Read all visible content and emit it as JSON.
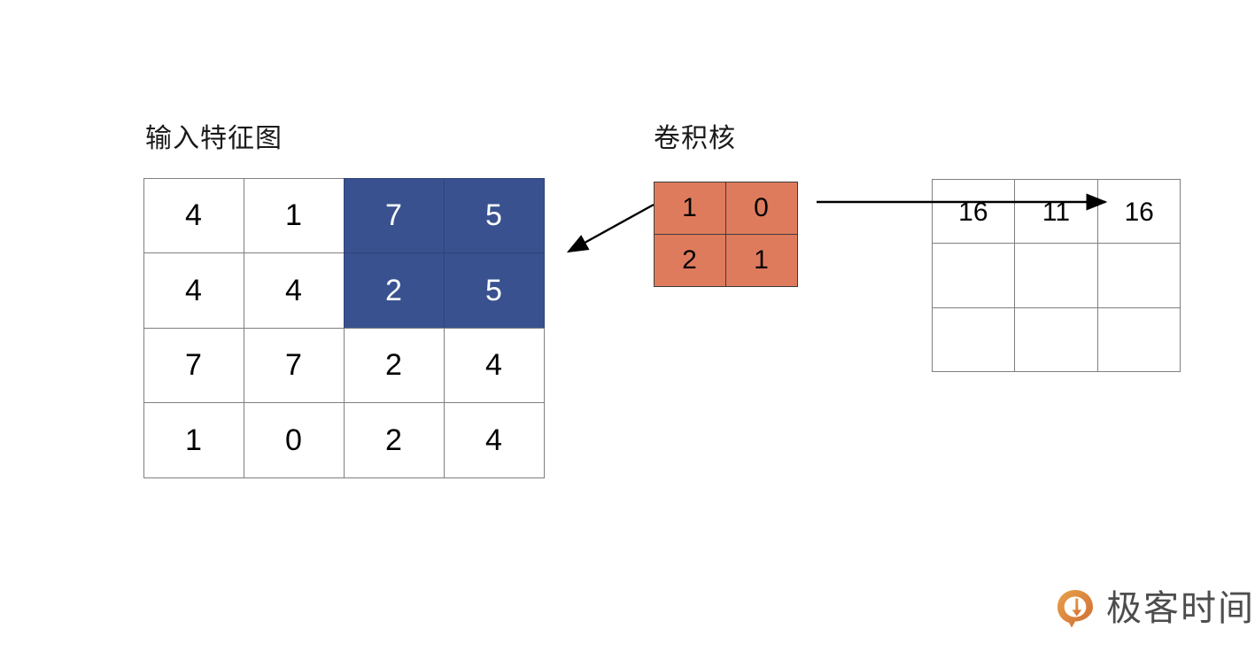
{
  "diagram": {
    "title_input": "输入特征图",
    "title_kernel": "卷积核",
    "input_feature_map": {
      "rows": 4,
      "cols": 4,
      "values": [
        [
          4,
          1,
          7,
          5
        ],
        [
          4,
          4,
          2,
          5
        ],
        [
          7,
          7,
          2,
          4
        ],
        [
          1,
          0,
          2,
          4
        ]
      ],
      "highlighted_cells": [
        [
          0,
          2
        ],
        [
          0,
          3
        ],
        [
          1,
          2
        ],
        [
          1,
          3
        ]
      ],
      "highlight_color": "#39528f",
      "highlight_text_color": "#ffffff",
      "border_color": "#7f7f7f"
    },
    "kernel": {
      "rows": 2,
      "cols": 2,
      "values": [
        [
          1,
          0
        ],
        [
          2,
          1
        ]
      ],
      "fill_color": "#df7b5d",
      "border_color": "#3c3c3c"
    },
    "output_feature_map": {
      "rows": 3,
      "cols": 3,
      "values": [
        [
          "16",
          "11",
          "16"
        ],
        [
          "",
          "",
          ""
        ],
        [
          "",
          "",
          ""
        ]
      ],
      "border_color": "#7f7f7f"
    },
    "arrows": [
      {
        "name": "kernel-to-input-arrow",
        "direction": "down-left",
        "color": "#000000"
      },
      {
        "name": "kernel-to-output-arrow",
        "direction": "right",
        "color": "#000000"
      }
    ]
  },
  "brand": {
    "name": "极客时间",
    "mark_icon": "geektime-logo-icon",
    "mark_color": "#e08a3c",
    "text_color": "#4d4d4d"
  }
}
